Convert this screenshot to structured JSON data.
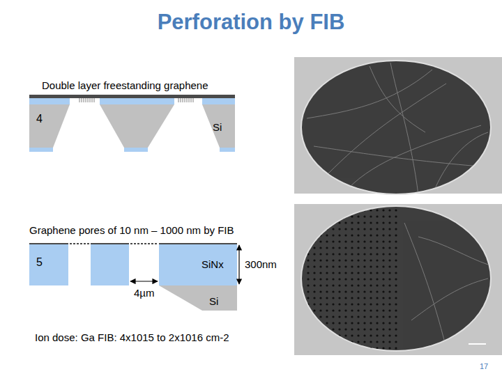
{
  "diagram": {
    "title": "Perforation by FIB",
    "labels": [
      "Double layer freestanding graphene",
      "4",
      "Si",
      "Graphene pores of 10 nm – 1000 nm by FIB",
      "5",
      "SiNx",
      "300nm",
      "4µm",
      "Si",
      "Ion dose: Ga FIB: 4x1015 to 2x1016 cm-2",
      "17"
    ]
  }
}
